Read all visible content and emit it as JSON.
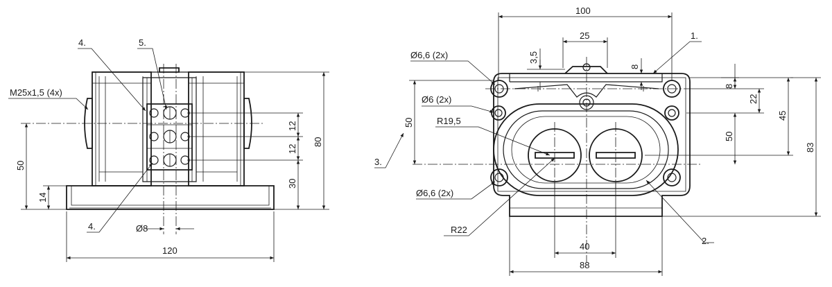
{
  "colors": {
    "line": "#1a1a1a",
    "background": "#ffffff"
  },
  "side_view": {
    "callout_4_top": "4.",
    "callout_5": "5.",
    "callout_4_bottom": "4.",
    "thread_label": "M25x1,5 (4x)",
    "dim_50": "50",
    "dim_14": "14",
    "dim_12_upper": "12",
    "dim_12_lower": "12",
    "dim_30": "30",
    "dim_80": "80",
    "dim_dia8": "Ø8",
    "dim_120": "120"
  },
  "front_view": {
    "dim_100": "100",
    "dim_25": "25",
    "dim_3_5": "3,5",
    "dim_8_top": "8",
    "callout_1": "1.",
    "hole_66_top": "Ø6,6 (2x)",
    "hole_6": "Ø6  (2x)",
    "radius_19_5": "R19,5",
    "dim_50_left": "50",
    "callout_3": "3.",
    "hole_66_bottom": "Ø6,6 (2x)",
    "radius_22": "R22",
    "dim_8_right": "8",
    "dim_22": "22",
    "dim_50_right": "50",
    "dim_45": "45",
    "dim_83": "83",
    "dim_40": "40",
    "dim_88": "88",
    "callout_2": "2."
  }
}
